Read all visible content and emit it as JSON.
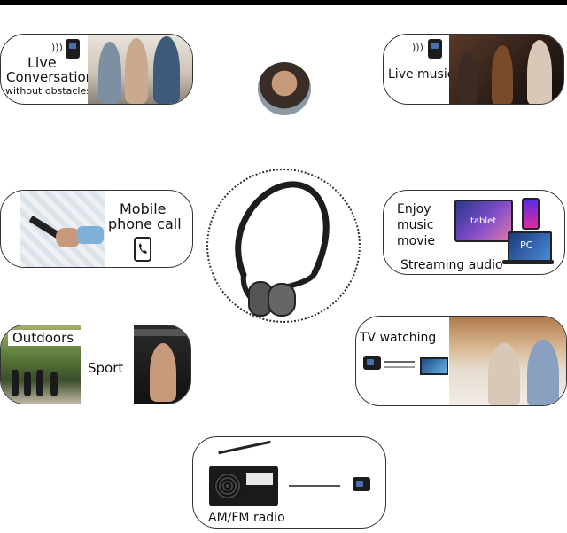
{
  "cards": {
    "live_conversation": {
      "line1": "Live",
      "line2": "Conversation",
      "line3": "without obstacles"
    },
    "live_music": {
      "label": "Live music"
    },
    "mobile_call": {
      "line1": "Mobile",
      "line2": "phone call"
    },
    "streaming": {
      "enjoy": "Enjoy",
      "music": "music",
      "movie": "movie",
      "tablet": "tablet",
      "pc": "PC",
      "audio": "Streaming audio"
    },
    "outdoors": {
      "outdoors": "Outdoors",
      "sport": "Sport"
    },
    "tv": {
      "label": "TV watching"
    },
    "radio": {
      "label": "AM/FM radio"
    }
  },
  "icons": [
    "wireless-transmitter-icon",
    "sound-wave-icon",
    "phone-call-icon",
    "bone-conduction-headphone-icon"
  ]
}
